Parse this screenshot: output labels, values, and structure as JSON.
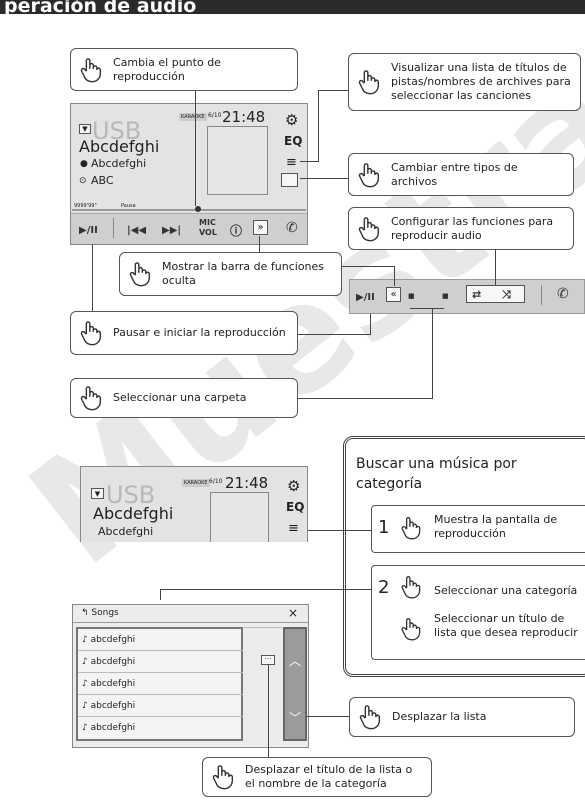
{
  "header_title": "peración de audio",
  "watermark": "Muestra",
  "callouts": {
    "c1": "Cambia el punto de reproducción",
    "c2": "Visualizar una lista de títulos de pistas/nombres de archives para seleccionar las canciones",
    "c3": "Cambiar entre tipos de archivos",
    "c4": "Configurar las funciones para reproducir audio",
    "c5": "Mostrar la barra de funciones oculta",
    "c6": "Pausar e iniciar la reproducción",
    "c7": "Seleccionar una carpeta",
    "c8": "Desplazar la lista",
    "c9": "Desplazar el título de la lista o el nombre de la categoría"
  },
  "screen1": {
    "source": "USB",
    "karaoke": "KARAOKE",
    "track": "6/10",
    "time": "21:48",
    "eq": "EQ",
    "title": "Abcdefghi",
    "artist": "Abcdefghi",
    "album": "ABC",
    "elapsed": "9999'99\"",
    "pause": "Pausa",
    "mic": "MIC",
    "vol": "VOL"
  },
  "search_box": {
    "title": "Buscar una música por categoría",
    "step1_num": "1",
    "step1_text": "Muestra la pantalla de reproducción",
    "step2_num": "2",
    "step2_text_a": "Seleccionar una categoría",
    "step2_text_b": "Seleccionar un título de lista que desea reproducir"
  },
  "list": {
    "header": "Songs",
    "items": [
      "abcdefghi",
      "abcdefghi",
      "abcdefghi",
      "abcdefghi",
      "abcdefghi"
    ]
  }
}
